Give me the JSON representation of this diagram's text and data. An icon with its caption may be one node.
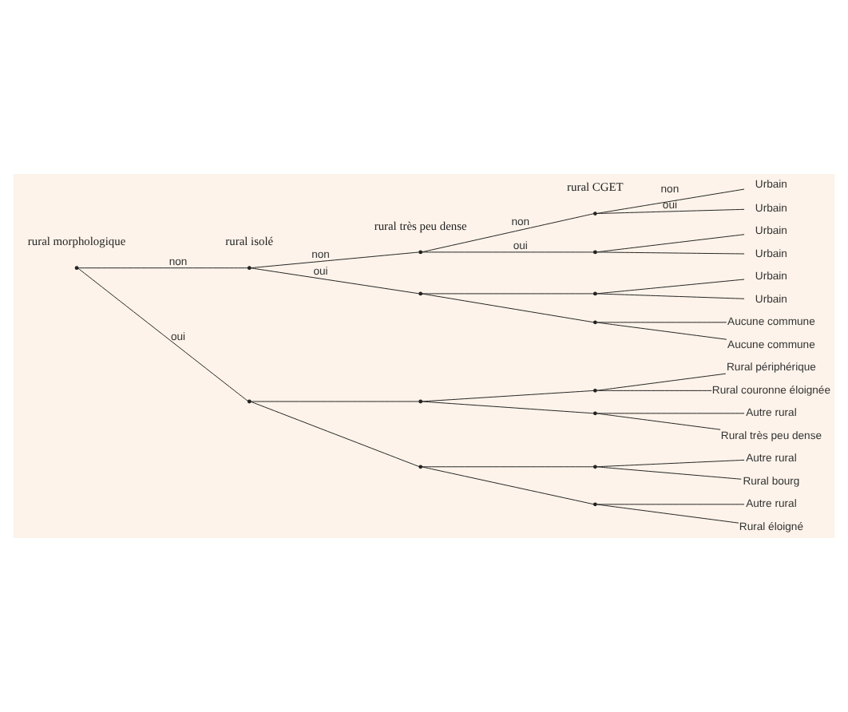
{
  "diagram": {
    "nodes": [
      {
        "text": [],
        "shape": "point"
      },
      {
        "text": [],
        "shape": "point"
      },
      {
        "text": [],
        "shape": "point"
      },
      {
        "text": [],
        "shape": "point"
      },
      {
        "text": [],
        "shape": "point"
      },
      {
        "text": [],
        "shape": "point"
      },
      {
        "text": [],
        "shape": "point"
      },
      {
        "text": [],
        "shape": "point"
      },
      {
        "text": [],
        "shape": "point"
      },
      {
        "text": [],
        "shape": "point"
      },
      {
        "text": [],
        "shape": "point"
      },
      {
        "text": [],
        "shape": "point"
      },
      {
        "text": [],
        "shape": "point"
      },
      {
        "text": [],
        "shape": "point"
      },
      {
        "text": [],
        "shape": "point"
      },
      {
        "text": [
          "Urbain"
        ]
      },
      {
        "text": [
          "Urbain"
        ]
      },
      {
        "text": [
          "Urbain"
        ]
      },
      {
        "text": [
          "Urbain"
        ]
      },
      {
        "text": [
          "Urbain"
        ]
      },
      {
        "text": [
          "Urbain"
        ]
      },
      {
        "text": [
          "Aucune commune"
        ]
      },
      {
        "text": [
          "Aucune commune"
        ]
      },
      {
        "text": [
          "Rural périphérique"
        ]
      },
      {
        "text": [
          "Rural couronne éloignée"
        ]
      },
      {
        "text": [
          "Autre rural"
        ]
      },
      {
        "text": [
          "Rural très peu dense"
        ]
      },
      {
        "text": [
          "Autre rural"
        ]
      },
      {
        "text": [
          "Rural bourg"
        ]
      },
      {
        "text": [
          "Autre rural"
        ]
      },
      {
        "text": [
          "Rural éloigné"
        ]
      }
    ],
    "edges": [
      {
        "from": 0,
        "to": 1,
        "arrow": "none",
        "label": "non"
      },
      {
        "from": 0,
        "to": 2,
        "arrow": "none",
        "label": "oui"
      },
      {
        "from": 1,
        "to": 3,
        "arrow": "none",
        "label": "non"
      },
      {
        "from": 1,
        "to": 4,
        "arrow": "none",
        "label": "oui"
      },
      {
        "from": 2,
        "to": 5,
        "arrow": "none"
      },
      {
        "from": 2,
        "to": 6,
        "arrow": "none"
      },
      {
        "from": 3,
        "to": 7,
        "arrow": "none",
        "label": "non"
      },
      {
        "from": 3,
        "to": 8,
        "arrow": "none",
        "label": "oui"
      },
      {
        "from": 4,
        "to": 9,
        "arrow": "none"
      },
      {
        "from": 4,
        "to": 10,
        "arrow": "none"
      },
      {
        "from": 5,
        "to": 11,
        "arrow": "none"
      },
      {
        "from": 5,
        "to": 12,
        "arrow": "none"
      },
      {
        "from": 6,
        "to": 13,
        "arrow": "none"
      },
      {
        "from": 6,
        "to": 14,
        "arrow": "none"
      },
      {
        "from": 7,
        "to": 15,
        "arrow": "none",
        "label": "non"
      },
      {
        "from": 7,
        "to": 16,
        "arrow": "none",
        "label": "oui"
      },
      {
        "from": 8,
        "to": 17,
        "arrow": "none"
      },
      {
        "from": 8,
        "to": 18,
        "arrow": "none"
      },
      {
        "from": 9,
        "to": 19,
        "arrow": "none"
      },
      {
        "from": 9,
        "to": 20,
        "arrow": "none"
      },
      {
        "from": 10,
        "to": 21,
        "arrow": "none"
      },
      {
        "from": 10,
        "to": 22,
        "arrow": "none"
      },
      {
        "from": 11,
        "to": 23,
        "arrow": "none"
      },
      {
        "from": 11,
        "to": 24,
        "arrow": "none"
      },
      {
        "from": 12,
        "to": 25,
        "arrow": "none"
      },
      {
        "from": 12,
        "to": 26,
        "arrow": "none"
      },
      {
        "from": 13,
        "to": 27,
        "arrow": "none"
      },
      {
        "from": 13,
        "to": 28,
        "arrow": "none"
      },
      {
        "from": 14,
        "to": 29,
        "arrow": "none"
      },
      {
        "from": 14,
        "to": 30,
        "arrow": "none"
      }
    ],
    "labels": [
      "rural morphologique",
      "rural isolé",
      "rural très peu dense",
      "rural CGET"
    ]
  }
}
